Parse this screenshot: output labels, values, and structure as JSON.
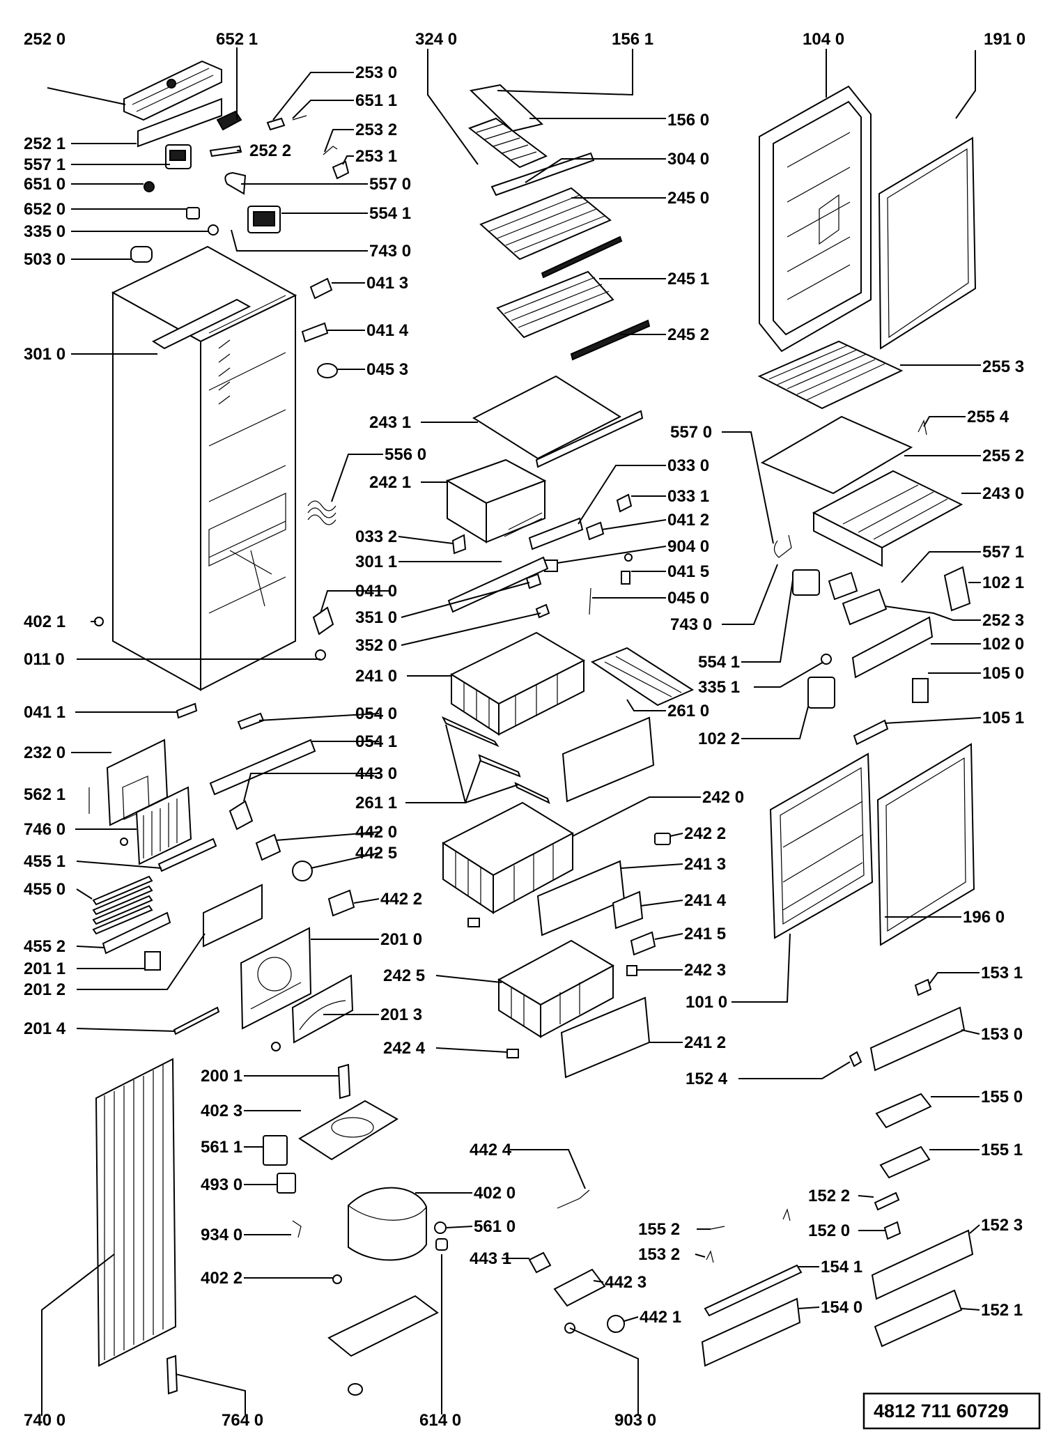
{
  "doc_number": "4812 711 60729",
  "labels": {
    "l2520": "252 0",
    "l6521": "652 1",
    "l3240": "324 0",
    "l1561": "156 1",
    "l1040": "104 0",
    "l1910": "191 0",
    "l2530": "253 0",
    "l6511": "651 1",
    "l1560": "156 0",
    "l2521": "252 1",
    "l2532": "253 2",
    "l2522": "252 2",
    "l2531": "253 1",
    "l3040": "304 0",
    "l5571a": "557 1",
    "l5570a": "557 0",
    "l6510": "651 0",
    "l2450": "245 0",
    "l6520": "652 0",
    "l5541a": "554 1",
    "l3350": "335 0",
    "l7430a": "743 0",
    "l5030": "503 0",
    "l0413": "041 3",
    "l2451": "245 1",
    "l0414": "041 4",
    "l3010": "301 0",
    "l2452": "245 2",
    "l0453": "045 3",
    "l2553": "255 3",
    "l2431": "243 1",
    "l2554": "255 4",
    "l5570b": "557 0",
    "l5560": "556 0",
    "l2552": "255 2",
    "l0330": "033 0",
    "l2421": "242 1",
    "l2430": "243 0",
    "l0331": "033 1",
    "l0332": "033 2",
    "l0412": "041 2",
    "l9040": "904 0",
    "l3011": "301 1",
    "l5571b": "557 1",
    "l0415": "041 5",
    "l0410": "041 0",
    "l1021": "102 1",
    "l0450": "045 0",
    "l3510": "351 0",
    "l2523": "252 3",
    "l4021": "402 1",
    "l7430b": "743 0",
    "l3520": "352 0",
    "l1020": "102 0",
    "l0110": "011 0",
    "l5541b": "554 1",
    "l2410": "241 0",
    "l1050": "105 0",
    "l3351": "335 1",
    "l2610": "261 0",
    "l0411": "041 1",
    "l0540": "054 0",
    "l1022": "102 2",
    "l1051": "105 1",
    "l0541": "054 1",
    "l2320": "232 0",
    "l4430": "443 0",
    "l5621": "562 1",
    "l2611": "261 1",
    "l2420": "242 0",
    "l7460": "746 0",
    "l4420": "442 0",
    "l2422": "242 2",
    "l4425": "442 5",
    "l4551": "455 1",
    "l2413": "241 3",
    "l4550": "455 0",
    "l4422": "442 2",
    "l2414": "241 4",
    "l1960": "196 0",
    "l4552": "455 2",
    "l2010": "201 0",
    "l2415": "241 5",
    "l2011": "201 1",
    "l2425": "242 5",
    "l2423": "242 3",
    "l1531": "153 1",
    "l2012": "201 2",
    "l1010": "101 0",
    "l2013": "201 3",
    "l2014": "201 4",
    "l2424": "242 4",
    "l2412": "241 2",
    "l1530": "153 0",
    "l2001": "200 1",
    "l1524": "152 4",
    "l1550": "155 0",
    "l4023": "402 3",
    "l4424": "442 4",
    "l5611": "561 1",
    "l1551": "155 1",
    "l4930": "493 0",
    "l4020": "402 0",
    "l1522": "152 2",
    "l1552": "155 2",
    "l1523": "152 3",
    "l9340": "934 0",
    "l5610": "561 0",
    "l1520": "152 0",
    "l1532": "153 2",
    "l4431": "443 1",
    "l1541": "154 1",
    "l4022": "402 2",
    "l4423": "442 3",
    "l1521": "152 1",
    "l1540": "154 0",
    "l4421": "442 1",
    "l7400": "740 0",
    "l7640": "764 0",
    "l6140": "614 0",
    "l9030": "903 0"
  }
}
